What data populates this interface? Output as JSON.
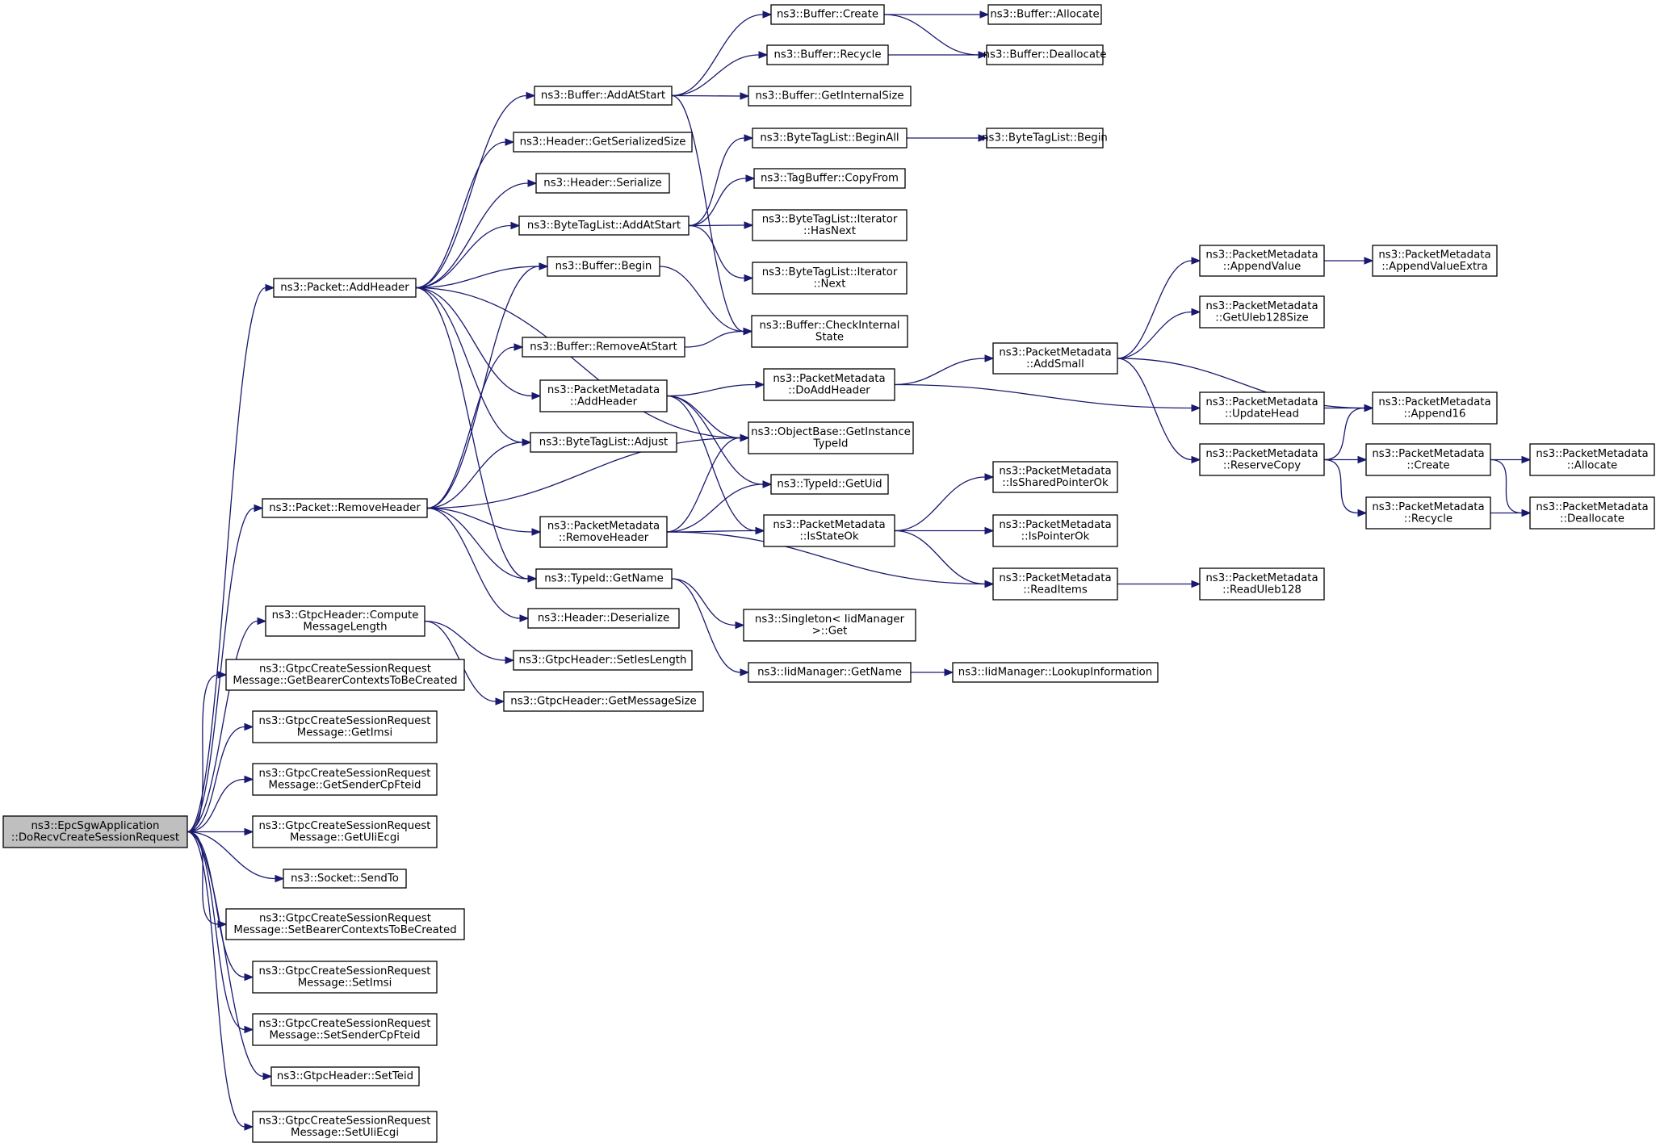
{
  "diagram": {
    "colors": {
      "edge": "#191970",
      "node_fill": "#ffffff",
      "root_fill": "#bfbfbf",
      "border": "#000000"
    },
    "nodes": [
      {
        "id": "root",
        "lines": [
          "ns3::EpcSgwApplication",
          "::DoRecvCreateSessionRequest"
        ],
        "root": true
      },
      {
        "id": "pkt_addheader",
        "lines": [
          "ns3::Packet::AddHeader"
        ]
      },
      {
        "id": "pkt_removeheader",
        "lines": [
          "ns3::Packet::RemoveHeader"
        ]
      },
      {
        "id": "gh_compute",
        "lines": [
          "ns3::GtpcHeader::Compute",
          "MessageLength"
        ]
      },
      {
        "id": "csr_getbearer",
        "lines": [
          "ns3::GtpcCreateSessionRequest",
          "Message::GetBearerContextsToBeCreated"
        ]
      },
      {
        "id": "csr_getimsi",
        "lines": [
          "ns3::GtpcCreateSessionRequest",
          "Message::GetImsi"
        ]
      },
      {
        "id": "csr_getsender",
        "lines": [
          "ns3::GtpcCreateSessionRequest",
          "Message::GetSenderCpFteid"
        ]
      },
      {
        "id": "csr_getuli",
        "lines": [
          "ns3::GtpcCreateSessionRequest",
          "Message::GetUliEcgi"
        ]
      },
      {
        "id": "socket_sendto",
        "lines": [
          "ns3::Socket::SendTo"
        ]
      },
      {
        "id": "csr_setbearer",
        "lines": [
          "ns3::GtpcCreateSessionRequest",
          "Message::SetBearerContextsToBeCreated"
        ]
      },
      {
        "id": "csr_setimsi",
        "lines": [
          "ns3::GtpcCreateSessionRequest",
          "Message::SetImsi"
        ]
      },
      {
        "id": "csr_setsender",
        "lines": [
          "ns3::GtpcCreateSessionRequest",
          "Message::SetSenderCpFteid"
        ]
      },
      {
        "id": "gh_setteid",
        "lines": [
          "ns3::GtpcHeader::SetTeid"
        ]
      },
      {
        "id": "csr_setuli",
        "lines": [
          "ns3::GtpcCreateSessionRequest",
          "Message::SetUliEcgi"
        ]
      },
      {
        "id": "buf_addatstart",
        "lines": [
          "ns3::Buffer::AddAtStart"
        ]
      },
      {
        "id": "hdr_getser",
        "lines": [
          "ns3::Header::GetSerializedSize"
        ]
      },
      {
        "id": "hdr_serialize",
        "lines": [
          "ns3::Header::Serialize"
        ]
      },
      {
        "id": "btl_addatstart",
        "lines": [
          "ns3::ByteTagList::AddAtStart"
        ]
      },
      {
        "id": "buf_begin",
        "lines": [
          "ns3::Buffer::Begin"
        ]
      },
      {
        "id": "buf_removeatstart",
        "lines": [
          "ns3::Buffer::RemoveAtStart"
        ]
      },
      {
        "id": "pm_addheader",
        "lines": [
          "ns3::PacketMetadata",
          "::AddHeader"
        ]
      },
      {
        "id": "btl_adjust",
        "lines": [
          "ns3::ByteTagList::Adjust"
        ]
      },
      {
        "id": "pm_removeheader",
        "lines": [
          "ns3::PacketMetadata",
          "::RemoveHeader"
        ]
      },
      {
        "id": "tid_getname",
        "lines": [
          "ns3::TypeId::GetName"
        ]
      },
      {
        "id": "hdr_deserialize",
        "lines": [
          "ns3::Header::Deserialize"
        ]
      },
      {
        "id": "gh_setieslength",
        "lines": [
          "ns3::GtpcHeader::SetIesLength"
        ]
      },
      {
        "id": "gh_getmsgsize",
        "lines": [
          "ns3::GtpcHeader::GetMessageSize"
        ]
      },
      {
        "id": "buf_create",
        "lines": [
          "ns3::Buffer::Create"
        ]
      },
      {
        "id": "buf_recycle",
        "lines": [
          "ns3::Buffer::Recycle"
        ]
      },
      {
        "id": "buf_getinternalsize",
        "lines": [
          "ns3::Buffer::GetInternalSize"
        ]
      },
      {
        "id": "btl_beginall",
        "lines": [
          "ns3::ByteTagList::BeginAll"
        ]
      },
      {
        "id": "tb_copyfrom",
        "lines": [
          "ns3::TagBuffer::CopyFrom"
        ]
      },
      {
        "id": "btl_it_hasnext",
        "lines": [
          "ns3::ByteTagList::Iterator",
          "::HasNext"
        ]
      },
      {
        "id": "btl_it_next",
        "lines": [
          "ns3::ByteTagList::Iterator",
          "::Next"
        ]
      },
      {
        "id": "buf_checkinternal",
        "lines": [
          "ns3::Buffer::CheckInternal",
          "State"
        ]
      },
      {
        "id": "pm_doaddheader",
        "lines": [
          "ns3::PacketMetadata",
          "::DoAddHeader"
        ]
      },
      {
        "id": "ob_getinstance",
        "lines": [
          "ns3::ObjectBase::GetInstance",
          "TypeId"
        ]
      },
      {
        "id": "tid_getuid",
        "lines": [
          "ns3::TypeId::GetUid"
        ]
      },
      {
        "id": "pm_isstateok",
        "lines": [
          "ns3::PacketMetadata",
          "::IsStateOk"
        ]
      },
      {
        "id": "singleton_get",
        "lines": [
          "ns3::Singleton< IidManager",
          ">::Get"
        ]
      },
      {
        "id": "iid_getname",
        "lines": [
          "ns3::IidManager::GetName"
        ]
      },
      {
        "id": "buf_allocate",
        "lines": [
          "ns3::Buffer::Allocate"
        ]
      },
      {
        "id": "buf_deallocate",
        "lines": [
          "ns3::Buffer::Deallocate"
        ]
      },
      {
        "id": "btl_begin",
        "lines": [
          "ns3::ByteTagList::Begin"
        ]
      },
      {
        "id": "pm_addsmall",
        "lines": [
          "ns3::PacketMetadata",
          "::AddSmall"
        ]
      },
      {
        "id": "pm_issharedptr",
        "lines": [
          "ns3::PacketMetadata",
          "::IsSharedPointerOk"
        ]
      },
      {
        "id": "pm_isptrok",
        "lines": [
          "ns3::PacketMetadata",
          "::IsPointerOk"
        ]
      },
      {
        "id": "pm_readitems",
        "lines": [
          "ns3::PacketMetadata",
          "::ReadItems"
        ]
      },
      {
        "id": "iid_lookup",
        "lines": [
          "ns3::IidManager::LookupInformation"
        ]
      },
      {
        "id": "pm_appendvalue",
        "lines": [
          "ns3::PacketMetadata",
          "::AppendValue"
        ]
      },
      {
        "id": "pm_getuleb",
        "lines": [
          "ns3::PacketMetadata",
          "::GetUleb128Size"
        ]
      },
      {
        "id": "pm_updatehead",
        "lines": [
          "ns3::PacketMetadata",
          "::UpdateHead"
        ]
      },
      {
        "id": "pm_reservecopy",
        "lines": [
          "ns3::PacketMetadata",
          "::ReserveCopy"
        ]
      },
      {
        "id": "pm_readuleb",
        "lines": [
          "ns3::PacketMetadata",
          "::ReadUleb128"
        ]
      },
      {
        "id": "pm_appendvalueextra",
        "lines": [
          "ns3::PacketMetadata",
          "::AppendValueExtra"
        ]
      },
      {
        "id": "pm_append16",
        "lines": [
          "ns3::PacketMetadata",
          "::Append16"
        ]
      },
      {
        "id": "pm_create",
        "lines": [
          "ns3::PacketMetadata",
          "::Create"
        ]
      },
      {
        "id": "pm_recycle",
        "lines": [
          "ns3::PacketMetadata",
          "::Recycle"
        ]
      },
      {
        "id": "pm_allocate",
        "lines": [
          "ns3::PacketMetadata",
          "::Allocate"
        ]
      },
      {
        "id": "pm_deallocate",
        "lines": [
          "ns3::PacketMetadata",
          "::Deallocate"
        ]
      }
    ],
    "edges": [
      [
        "root",
        "pkt_addheader"
      ],
      [
        "root",
        "pkt_removeheader"
      ],
      [
        "root",
        "gh_compute"
      ],
      [
        "root",
        "csr_getbearer"
      ],
      [
        "root",
        "csr_getimsi"
      ],
      [
        "root",
        "csr_getsender"
      ],
      [
        "root",
        "csr_getuli"
      ],
      [
        "root",
        "socket_sendto"
      ],
      [
        "root",
        "csr_setbearer"
      ],
      [
        "root",
        "csr_setimsi"
      ],
      [
        "root",
        "csr_setsender"
      ],
      [
        "root",
        "gh_setteid"
      ],
      [
        "root",
        "csr_setuli"
      ],
      [
        "pkt_addheader",
        "buf_addatstart"
      ],
      [
        "pkt_addheader",
        "hdr_getser"
      ],
      [
        "pkt_addheader",
        "hdr_serialize"
      ],
      [
        "pkt_addheader",
        "btl_addatstart"
      ],
      [
        "pkt_addheader",
        "buf_begin"
      ],
      [
        "pkt_addheader",
        "pm_addheader"
      ],
      [
        "pkt_addheader",
        "btl_adjust"
      ],
      [
        "pkt_addheader",
        "ob_getinstance"
      ],
      [
        "pkt_addheader",
        "tid_getname"
      ],
      [
        "pkt_removeheader",
        "buf_begin"
      ],
      [
        "pkt_removeheader",
        "buf_removeatstart"
      ],
      [
        "pkt_removeheader",
        "btl_adjust"
      ],
      [
        "pkt_removeheader",
        "ob_getinstance"
      ],
      [
        "pkt_removeheader",
        "pm_removeheader"
      ],
      [
        "pkt_removeheader",
        "tid_getname"
      ],
      [
        "pkt_removeheader",
        "hdr_deserialize"
      ],
      [
        "gh_compute",
        "gh_setieslength"
      ],
      [
        "gh_compute",
        "gh_getmsgsize"
      ],
      [
        "buf_addatstart",
        "buf_create"
      ],
      [
        "buf_addatstart",
        "buf_recycle"
      ],
      [
        "buf_addatstart",
        "buf_getinternalsize"
      ],
      [
        "buf_addatstart",
        "buf_checkinternal"
      ],
      [
        "btl_addatstart",
        "btl_beginall"
      ],
      [
        "btl_addatstart",
        "tb_copyfrom"
      ],
      [
        "btl_addatstart",
        "btl_it_hasnext"
      ],
      [
        "btl_addatstart",
        "btl_it_next"
      ],
      [
        "buf_begin",
        "buf_checkinternal"
      ],
      [
        "buf_removeatstart",
        "buf_checkinternal"
      ],
      [
        "pm_addheader",
        "pm_doaddheader"
      ],
      [
        "pm_addheader",
        "ob_getinstance"
      ],
      [
        "pm_addheader",
        "tid_getuid"
      ],
      [
        "pm_addheader",
        "pm_isstateok"
      ],
      [
        "pm_removeheader",
        "ob_getinstance"
      ],
      [
        "pm_removeheader",
        "tid_getuid"
      ],
      [
        "pm_removeheader",
        "pm_isstateok"
      ],
      [
        "pm_removeheader",
        "pm_readitems"
      ],
      [
        "tid_getname",
        "singleton_get"
      ],
      [
        "tid_getname",
        "iid_getname"
      ],
      [
        "buf_create",
        "buf_allocate"
      ],
      [
        "buf_create",
        "buf_deallocate"
      ],
      [
        "buf_recycle",
        "buf_deallocate"
      ],
      [
        "btl_beginall",
        "btl_begin"
      ],
      [
        "pm_doaddheader",
        "pm_addsmall"
      ],
      [
        "pm_doaddheader",
        "pm_updatehead"
      ],
      [
        "pm_isstateok",
        "pm_issharedptr"
      ],
      [
        "pm_isstateok",
        "pm_isptrok"
      ],
      [
        "pm_isstateok",
        "pm_readitems"
      ],
      [
        "iid_getname",
        "iid_lookup"
      ],
      [
        "pm_addsmall",
        "pm_appendvalue"
      ],
      [
        "pm_addsmall",
        "pm_getuleb"
      ],
      [
        "pm_addsmall",
        "pm_append16"
      ],
      [
        "pm_addsmall",
        "pm_reservecopy"
      ],
      [
        "pm_updatehead",
        "pm_append16"
      ],
      [
        "pm_reservecopy",
        "pm_append16"
      ],
      [
        "pm_reservecopy",
        "pm_create"
      ],
      [
        "pm_reservecopy",
        "pm_recycle"
      ],
      [
        "pm_readitems",
        "pm_readuleb"
      ],
      [
        "pm_appendvalue",
        "pm_appendvalueextra"
      ],
      [
        "pm_create",
        "pm_allocate"
      ],
      [
        "pm_create",
        "pm_deallocate"
      ],
      [
        "pm_recycle",
        "pm_deallocate"
      ]
    ]
  }
}
